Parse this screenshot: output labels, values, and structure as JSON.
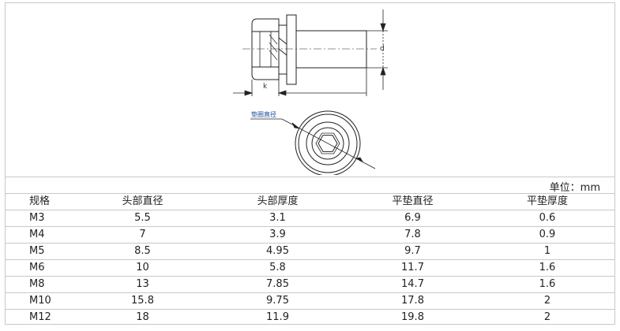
{
  "drawing": {
    "label_k": "k",
    "label_d": "d",
    "label_washer": "垫圈直径"
  },
  "unit_label": "单位：mm",
  "table": {
    "headers": [
      "规格",
      "头部直径",
      "头部厚度",
      "平垫直径",
      "平垫厚度"
    ],
    "rows": [
      [
        "M3",
        "5.5",
        "3.1",
        "6.9",
        "0.6"
      ],
      [
        "M4",
        "7",
        "3.9",
        "7.8",
        "0.9"
      ],
      [
        "M5",
        "8.5",
        "4.95",
        "9.7",
        "1"
      ],
      [
        "M6",
        "10",
        "5.8",
        "11.7",
        "1.6"
      ],
      [
        "M8",
        "13",
        "7.85",
        "14.7",
        "1.6"
      ],
      [
        "M10",
        "15.8",
        "9.75",
        "17.8",
        "2"
      ],
      [
        "M12",
        "18",
        "11.9",
        "19.8",
        "2"
      ]
    ]
  }
}
